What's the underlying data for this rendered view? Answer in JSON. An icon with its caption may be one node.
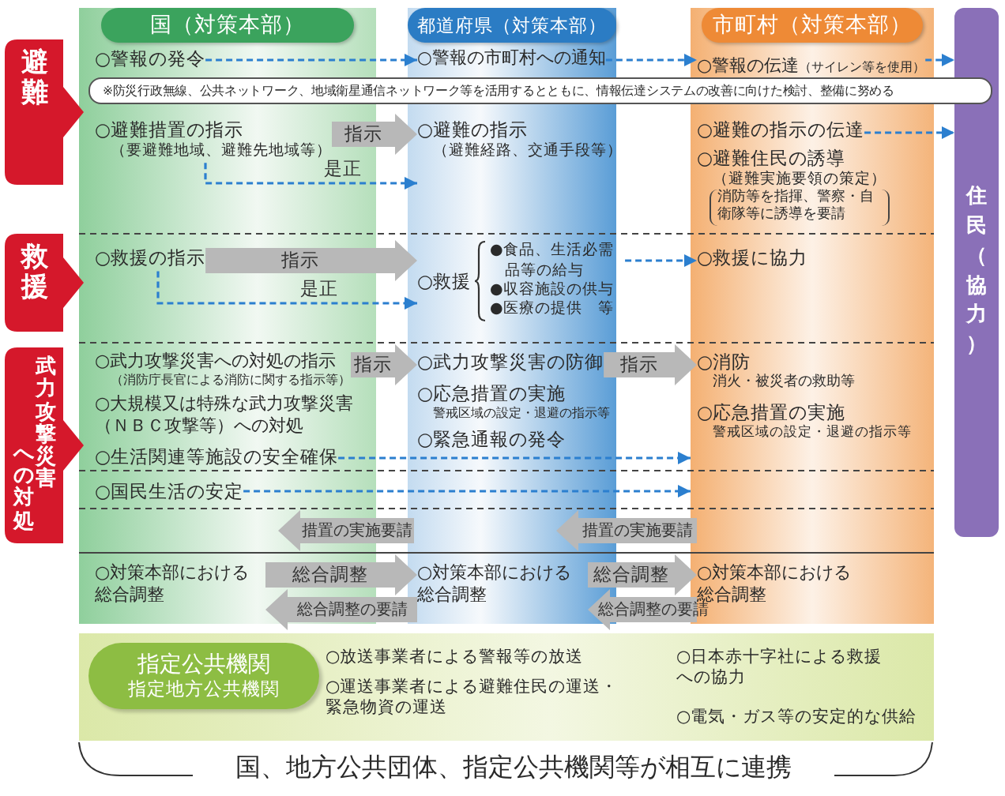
{
  "diagram": {
    "caption": "国、地方公共団体、指定公共機関等が相互に連携",
    "nodes": [
      {
        "text": [
          "国（対策本部）"
        ]
      },
      {
        "text": [
          "都道府県（対策本部）"
        ]
      },
      {
        "text": [
          "市町村（対策本部）"
        ]
      },
      {
        "text": [
          "住民（協力）"
        ]
      },
      {
        "text": [
          "避難"
        ]
      },
      {
        "text": [
          "救援"
        ]
      },
      {
        "text": [
          "武力攻撃災害",
          "への対処"
        ]
      },
      {
        "text": [
          "○警報の発令"
        ],
        "in": 0
      },
      {
        "text": [
          "○避難措置の指示",
          "（要避難地域、避難先地域等）"
        ],
        "in": 0
      },
      {
        "text": [
          "○救援の指示"
        ],
        "in": 0
      },
      {
        "text": [
          "○武力攻撃災害への対処の指示",
          "（消防庁長官による消防に関する指示等）"
        ],
        "in": 0
      },
      {
        "text": [
          "○大規模又は特殊な武力攻撃災害（ＮＢＣ攻撃等）への対処"
        ],
        "in": 0
      },
      {
        "text": [
          "○生活関連等施設の安全確保"
        ],
        "in": 0
      },
      {
        "text": [
          "○国民生活の安定"
        ],
        "in": 0
      },
      {
        "text": [
          "○対策本部における総合調整"
        ],
        "in": 0
      },
      {
        "text": [
          "○警報の市町村への通知"
        ],
        "in": 1
      },
      {
        "text": [
          "○避難の指示",
          "（避難経路、交通手段等）"
        ],
        "in": 1
      },
      {
        "text": [
          "○救援",
          "●食品、生活必需品等の給与",
          "●収容施設の供与",
          "●医療の提供　等"
        ],
        "in": 1
      },
      {
        "text": [
          "○武力攻撃災害の防御"
        ],
        "in": 1
      },
      {
        "text": [
          "○応急措置の実施",
          "警戒区域の設定・退避の指示等"
        ],
        "in": 1
      },
      {
        "text": [
          "○緊急通報の発令"
        ],
        "in": 1
      },
      {
        "text": [
          "○対策本部における総合調整"
        ],
        "in": 1
      },
      {
        "text": [
          "○警報の伝達",
          "（サイレン等を使用）"
        ],
        "in": 2
      },
      {
        "text": [
          "○避難の指示の伝達"
        ],
        "in": 2
      },
      {
        "text": [
          "○避難住民の誘導",
          "（避難実施要領の策定）",
          "消防等を指揮、警察・自衛隊等に誘導を要請"
        ],
        "in": 2
      },
      {
        "text": [
          "○救援に協力"
        ],
        "in": 2
      },
      {
        "text": [
          "○消防",
          "消火・被災者の救助等"
        ],
        "in": 2
      },
      {
        "text": [
          "○応急措置の実施",
          "警戒区域の設定・退避の指示等"
        ],
        "in": 2
      },
      {
        "text": [
          "○対策本部における総合調整"
        ],
        "in": 2
      },
      {
        "text": [],
        "shape": "box"
      },
      {
        "text": [
          "指定公共機関",
          "指定地方公共機関"
        ],
        "in": 29
      },
      {
        "text": [
          "○放送事業者による警報等の放送"
        ],
        "in": 29
      },
      {
        "text": [
          "○運送事業者による避難住民の運送・緊急物資の運送"
        ],
        "in": 29
      },
      {
        "text": [
          "○日本赤十字社による救援への協力"
        ],
        "in": 29
      },
      {
        "text": [
          "○電気・ガス等の安定的な供給"
        ],
        "in": 29
      },
      {
        "text": [
          "※防災行政無線、公共ネットワーク、地域衛星通信ネットワーク等を活用するとともに、情報伝達システムの改善に向けた検討、整備に努める"
        ]
      }
    ],
    "edges": [
      {
        "from": 7,
        "to": 15,
        "arrow": "to",
        "style": "dashed",
        "color": "#2b7fcf"
      },
      {
        "from": 15,
        "to": 22,
        "arrow": "to",
        "style": "dashed",
        "color": "#2b7fcf"
      },
      {
        "from": 22,
        "to": 3,
        "arrow": "to",
        "style": "dashed",
        "color": "#2b7fcf"
      },
      {
        "from": 8,
        "to": 16,
        "arrow": "to",
        "style": "thick",
        "label": "指示"
      },
      {
        "from": 8,
        "to": 16,
        "arrow": "to",
        "style": "dashed",
        "color": "#2b7fcf",
        "label": "是正"
      },
      {
        "from": 23,
        "to": 3,
        "arrow": "to",
        "style": "dashed",
        "color": "#2b7fcf"
      },
      {
        "from": 9,
        "to": 17,
        "arrow": "to",
        "style": "thick",
        "label": "指示"
      },
      {
        "from": 9,
        "to": 17,
        "arrow": "to",
        "style": "dashed",
        "color": "#2b7fcf",
        "label": "是正"
      },
      {
        "from": 17,
        "to": 25,
        "arrow": "to",
        "style": "dashed",
        "color": "#2b7fcf"
      },
      {
        "from": 10,
        "to": 18,
        "arrow": "to",
        "style": "thick",
        "label": "指示"
      },
      {
        "from": 18,
        "to": 26,
        "arrow": "to",
        "style": "thick",
        "label": "指示"
      },
      {
        "from": 12,
        "to": 2,
        "arrow": "to",
        "style": "dashed",
        "color": "#2b7fcf"
      },
      {
        "from": 13,
        "to": 2,
        "arrow": "to",
        "style": "dashed",
        "color": "#2b7fcf"
      },
      {
        "from": 1,
        "to": 0,
        "arrow": "to",
        "style": "thick",
        "label": "措置の実施要請"
      },
      {
        "from": 2,
        "to": 1,
        "arrow": "to",
        "style": "thick",
        "label": "措置の実施要請"
      },
      {
        "from": 14,
        "to": 21,
        "arrow": "to",
        "style": "thick",
        "label": "総合調整"
      },
      {
        "from": 21,
        "to": 14,
        "arrow": "to",
        "style": "thick",
        "label": "総合調整の要請"
      },
      {
        "from": 21,
        "to": 28,
        "arrow": "to",
        "style": "thick",
        "label": "総合調整"
      },
      {
        "from": 28,
        "to": 21,
        "arrow": "to",
        "style": "thick",
        "label": "総合調整の要請"
      }
    ]
  }
}
